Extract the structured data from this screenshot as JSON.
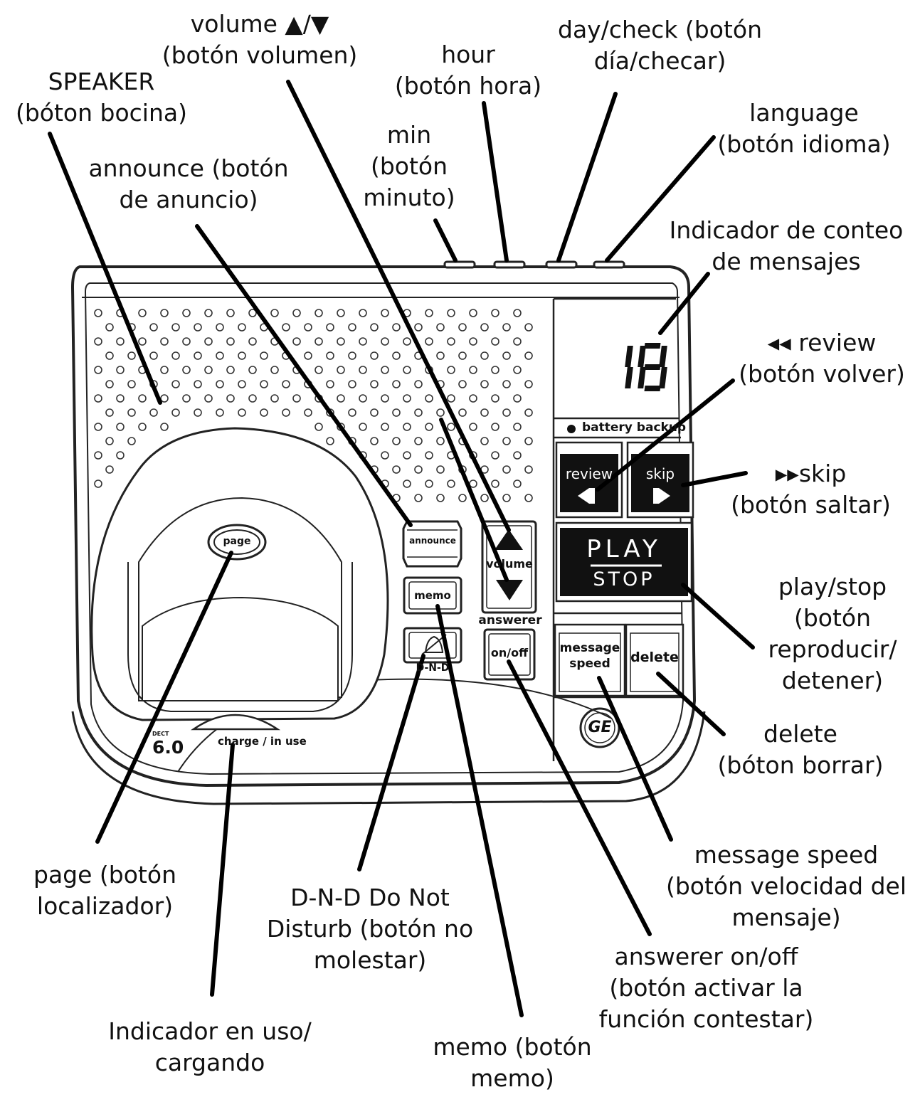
{
  "callouts": {
    "volume": [
      "volume ▲/▼",
      "(botón volumen)"
    ],
    "speaker": [
      "SPEAKER",
      "(bóton bocina)"
    ],
    "hour": [
      "hour",
      "(botón hora)"
    ],
    "day_check": [
      "day/check (botón",
      "día/checar)"
    ],
    "language": [
      "language",
      "(botón idioma)"
    ],
    "min": [
      "min",
      "(botón",
      "minuto)"
    ],
    "announce": [
      "announce (botón",
      "de anuncio)"
    ],
    "message_count": [
      "Indicador de conteo",
      "de mensajes"
    ],
    "review": [
      "◂◂  review",
      "(botón volver)"
    ],
    "skip": [
      "▸▸skip",
      "(botón saltar)"
    ],
    "play_stop": [
      "play/stop",
      "(botón",
      "reproducir/",
      "detener)"
    ],
    "delete": [
      "delete",
      "(bóton borrar)"
    ],
    "message_speed": [
      "message speed",
      "(botón velocidad del",
      "mensaje)"
    ],
    "page": [
      "page (botón",
      "localizador)"
    ],
    "dnd": [
      "D-N-D Do Not",
      "Disturb (botón no",
      "molestar)"
    ],
    "answerer": [
      "answerer on/off",
      "(botón activar la",
      "función contestar)"
    ],
    "in_use": [
      "Indicador en uso/",
      "cargando"
    ],
    "memo": [
      "memo (botón",
      "memo)"
    ]
  },
  "device": {
    "display_digits": "18",
    "battery_backup": "battery backup",
    "review_key": "review",
    "skip_key": "skip",
    "play_key": "PLAY",
    "stop_key": "STOP",
    "announce_key": "announce",
    "volume_key": "volume",
    "memo_key": "memo",
    "answerer_label": "answerer",
    "on_off_key": "on/off",
    "dnd_label": "D-N-D",
    "message_speed_key": [
      "message",
      "speed"
    ],
    "delete_key": "delete",
    "page_key": "page",
    "charge_label": "charge / in use",
    "dect_small": "DECT",
    "dect_version": "6.0",
    "logo": "GE"
  },
  "icons": {
    "up": "triangle-up-icon",
    "down": "triangle-down-icon",
    "rewind": "rewind-icon",
    "forward": "fast-forward-icon",
    "bell_off": "bell-off-icon",
    "brand": "ge-logo-icon"
  }
}
